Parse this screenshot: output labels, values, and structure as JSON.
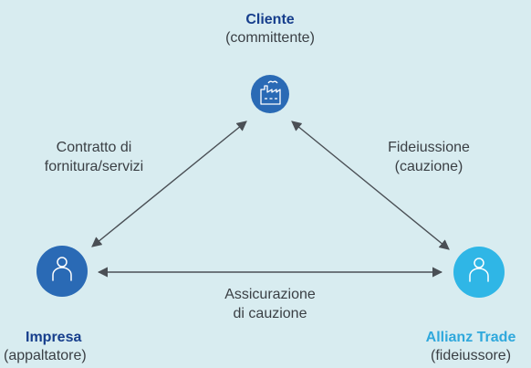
{
  "colors": {
    "background": "#d8ecf0",
    "cliente_node": "#2a6ab5",
    "impresa_node": "#2a6ab5",
    "allianz_node": "#2fb6e6",
    "cliente_title": "#163e8c",
    "impresa_title": "#163e8c",
    "allianz_title": "#2fa8dc",
    "arrow": "#4a4f55"
  },
  "nodes": {
    "cliente": {
      "title": "Cliente",
      "subtitle": "(committente)",
      "icon": "factory-icon"
    },
    "impresa": {
      "title": "Impresa",
      "subtitle": "(appaltatore)",
      "icon": "person-icon"
    },
    "allianz": {
      "title": "Allianz Trade",
      "subtitle": "(fideiussore)",
      "icon": "person-icon"
    }
  },
  "edges": {
    "contratto": {
      "line1": "Contratto di",
      "line2": "fornitura/servizi"
    },
    "fideiussione": {
      "line1": "Fideiussione",
      "line2": "(cauzione)"
    },
    "assicurazione": {
      "line1": "Assicurazione",
      "line2": "di cauzione"
    }
  }
}
